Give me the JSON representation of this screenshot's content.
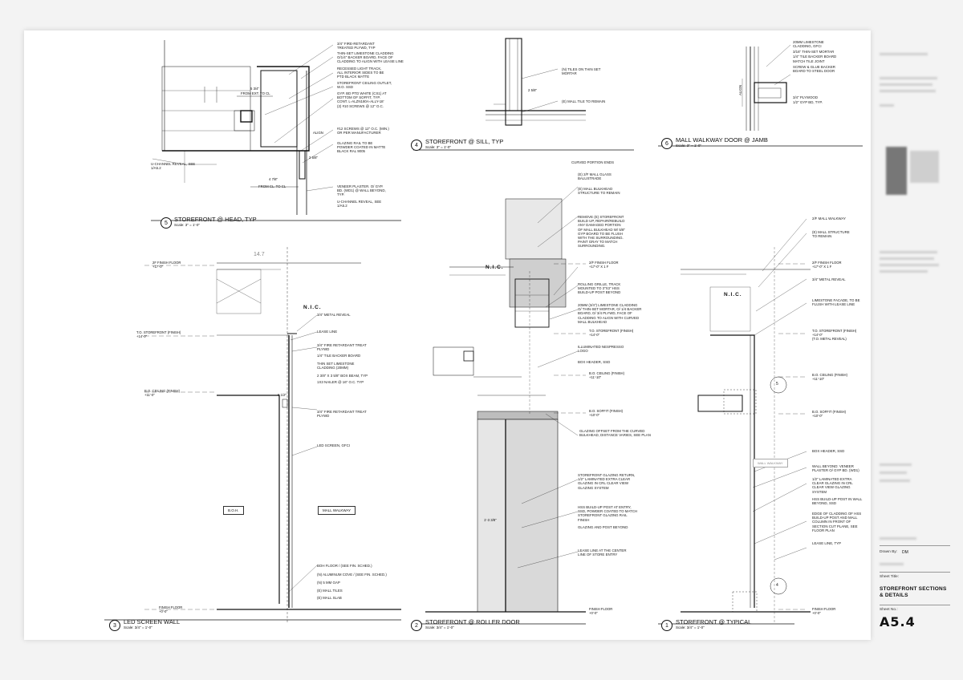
{
  "details": {
    "d5": {
      "number": "5",
      "title": "STOREFRONT @ HEAD, TYP",
      "scale": "Scale: 3\" = 1'-0\""
    },
    "d4": {
      "number": "4",
      "title": "STOREFRONT @ SILL, TYP",
      "scale": "Scale: 3\" = 1'-0\""
    },
    "d6": {
      "number": "6",
      "title": "MALL WALKWAY DOOR @ JAMB",
      "scale": "Scale: 3\" = 1'-0\""
    },
    "d3": {
      "number": "3",
      "title": "LED SCREEN WALL",
      "scale": "Scale: 3/4\" = 1'-0\""
    },
    "d2": {
      "number": "2",
      "title": "STOREFRONT @ ROLLER DOOR",
      "scale": "Scale: 3/4\" = 1'-0\""
    },
    "d1": {
      "number": "1",
      "title": "STOREFRONT @ TYPICAL",
      "scale": "Scale: 3/4\" = 1'-0\""
    }
  },
  "notes5": [
    "3/4\" FIRE-RETARDANT\nTREATED PLYWD, TYP",
    "THIN-SET LIMESTONE CLADDING\nO/1/4\" BACKER BOARD, FACE OF\nCLADDING TO ALIGN WITH LEASE LINE",
    "RECESSED LIGHT TRACK,\nALL INTERIOR SIDES TO BE\nPTD BLACK MATTE",
    "STOREFRONT CEILING OUTLET,\nW.O. SSD",
    "GYP. BD PTD WHITE (CS1) AT\nBOTTOM OF SOFFIT, TYP.\nCONT. L-ALZn180A-ALLY-18'\n(2) #10 SCREWS @ 12\" O.C.",
    "#12 SCREWS @ 12\" O.C. (MIN.)\nOR PER MANUFACTURER",
    "GLAZING RAIL TO BE\nPOWDER COATED IN MATTE\nBLACK RAL 9005",
    "VENEER PLASTER. O/ GYP.\nBD. (WD1) @ WALL BEYOND,\nTYP.",
    "U-CHANNEL REVEAL, SEE\n1/A5.2"
  ],
  "notes5_left": [
    "U-CHANNEL REVEAL, SEE\n1/A5.2"
  ],
  "dims5": [
    "5 3/4\"",
    "FROM EXT. TO CL",
    "ALIGN",
    "2 5/8\"",
    "4 7/8\"",
    "FROM CL. TO CL"
  ],
  "notes4": [
    "(N) TILES ON THIN SET\nMORTAR",
    "(E) MALL TILE TO REMAIN"
  ],
  "dims4": [
    "2 5/8\""
  ],
  "notes6": [
    "20MM LIMESTONE\nCLADDING, GFCI",
    "3/16\" THIN-SET MORTAR",
    "1/4\" TILE BACKER BOARD",
    "MATCH TILE JOINT",
    "SCREW & GLUE BACKER\nBOARD TO STEEL DOOR",
    "3/4\" PLYWOOD",
    "1/2\" GYP BD, TYP."
  ],
  "dims6": [
    "ALIGN"
  ],
  "notes3": [
    "3/4\" METAL REVEAL",
    "LEASE LINE",
    "3/4\" FIRE RETARDANT TREAT\nPLYWD",
    "1/4\" TILE BACKER BOARD",
    "THIN SET LIMESTONE\nCLADDING (20mm)",
    "2 3/8\" X 3 5/8\" BOX BEAM, TYP",
    "1x3 NAILER @ 16\" O.C. TYP",
    "3/4\" FIRE RETARDANT TREAT\nPLYWD",
    "LED SCREEN, GFCI",
    "BOH FLOOR / (SEE FIN. SCHED.)",
    "(N) ALUMINUM COVE / (SEE FIN. SCHED.)",
    "(N) 5 mm GAP",
    "(E) MALL TILES",
    "(E) MALL SLAB"
  ],
  "levels3": [
    "2F FINISH FLOOR\n+17'-0\"",
    "T.O. STOREFRONT (FINISH)\n+14'-0\"",
    "B.O. CEILING (FINISH)\n+11'-0\"",
    "FINISH FLOOR\n+0'-0\""
  ],
  "labels3": {
    "nic": "N.I.C.",
    "boh": "B.O.H.",
    "mall": "MALL WALKWAY",
    "grid": "14.7",
    "dim": "6 1/2\""
  },
  "notes2": [
    "CURVED PORTION ENDS",
    "(E) 2/F MALL GLASS\nBALUSTRADE",
    "(E) MALL BULKHEAD\nSTRUCTURE TO REMAIN",
    "REMOVE (E) STOREFRONT\nBUILD UP, REPAIR/REBUILD\nANY DAMAGED PORTION\nOF MALL BULKHEAD W/ 5/8\"\nGYP BOARD TO BE FLUSH\nWITH THE SURROUNDING.\nPAINT GRAY TO MATCH\nSURROUNDING.",
    "ROLLING GRILLE, TRACK\nMOUNTED TO 3\"X3\" HSS\nBUILD-UP POST BEYOND",
    "20MM (3/4\") LIMESTONE CLADDING\nO/ THIN-SET MORTAR, O/ 1/4 BACKER\nBOARD, O/ 3/4 PLYWD, FACE OF\nCLADDING TO ALIGN WITH CURVED\nMALL BULKHEAD",
    "ILLUMINATED NESPRESSO\nLOGO",
    "BOX HEADER, SSD",
    "GLAZING OFFSET FROM THE CURVED\nBULKHEAD, DISTANCE VARIES, SEE PLAN",
    "STOREFRONT GLAZING RETURN,\n1/2\" LAMINATED EXTRA CLEAR\nGLAZING IN CRL CLEAR VIEW\nGLAZING SYSTEM",
    "HSS BUILD-UP POST AT ENTRY,\nSSD, POWDER COATED TO MATCH\nSTOREFRONT GLAZING RAIL\nFINISH",
    "GLAZING AND POST BEYOND",
    "LEASE LINE AT THE CENTER\nLINE OF STORE ENTRY"
  ],
  "levels2": [
    "2/F FINISH FLOOR\n+17'-0\" X 1 F",
    "T.O. STOREFRONT (FINISH)\n+14'-0\"",
    "B.O. CEILING (FINISH)\n+11'-10\"",
    "B.O. SOFFIT (FINISH)\n+10'-0\"",
    "FINISH FLOOR\n+0'-0\""
  ],
  "labels2": {
    "nic": "N.I.C.",
    "dim": "1'-3 3/8\""
  },
  "notes1": [
    "2/F MALL WALKWAY",
    "(E) MALL STRUCTURE\nTO REMAIN",
    "3/4\" METAL REVEAL",
    "LIMESTONE FACADE, TO BE\nFLUSH WITH LEASE LINE",
    "BOX HEADER, SSD",
    "WALL BEYOND: VENEER\nPLASTER O/ GYP BD. (WD1)",
    "1/2\" LAMINATED EXTRA\nCLEAR GLAZING IN CRL\nCLEAR VIEW GLAZING\nSYSTEM",
    "HSS BUILD-UP POST IN WALL\nBEYOND, SSD",
    "EDGE OF CLADDING OF HSS\nBUILD-UP POST AND MALL\nCOLUMN IN FRONT OF\nSECTION CUT PLANE, SEE\nFLOOR PLAN",
    "LEASE LINE, TYP"
  ],
  "levels1": [
    "2/F FINISH FLOOR\n+17'-0\" X 1 F",
    "T.O. STOREFRONT (FINISH)\n+14'-0\"\n(T.O. METAL REVEAL)",
    "B.O. CEILING (FINISH)\n+11'-10\"",
    "B.O. SOFFIT (FINISH)\n+10'-0\"",
    "FINISH FLOOR\n+0'-0\""
  ],
  "labels1": {
    "nic": "N.I.C.",
    "wall": "WALL WALKWAY",
    "callout5": "5",
    "callout4": "4"
  },
  "titleblock": {
    "drawn_by_label": "Drawn By:",
    "drawn_by": "DM",
    "sheet_title_label": "Sheet Title:",
    "sheet_title": "STOREFRONT SECTIONS\n& DETAILS",
    "sheet_no_label": "Sheet No.:",
    "sheet_no": "A5.4"
  }
}
